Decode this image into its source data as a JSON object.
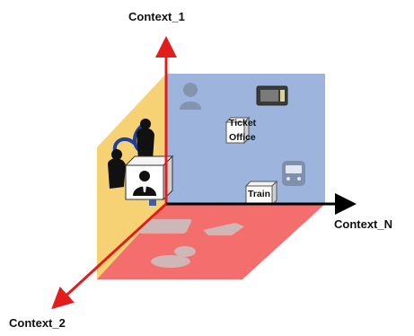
{
  "axes": {
    "vertical_label": "Context_1",
    "depth_label": "Context_2",
    "horizontal_label": "Context_N"
  },
  "boxes": {
    "ticket_office_line1": "Ticket",
    "ticket_office_line2": "Office",
    "train": "Train"
  },
  "colors": {
    "vertical_plane": "#9DB4DC",
    "side_plane": "#F7D274",
    "floor_plane": "#F56E6E",
    "axis_red": "#E31C1C",
    "axis_black": "#000000"
  }
}
